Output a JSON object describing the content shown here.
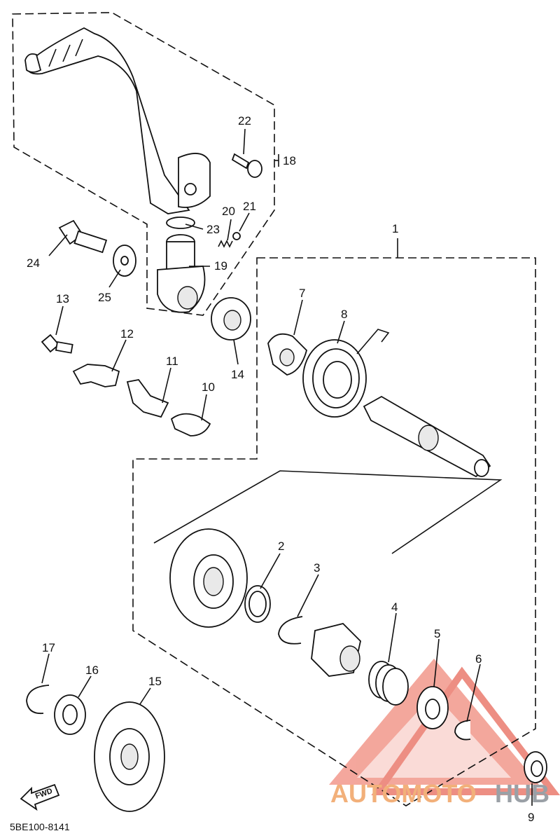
{
  "callouts": {
    "c1": "1",
    "c2": "2",
    "c3": "3",
    "c4": "4",
    "c5": "5",
    "c6": "6",
    "c7": "7",
    "c8": "8",
    "c9": "9",
    "c10": "10",
    "c11": "11",
    "c12": "12",
    "c13": "13",
    "c14": "14",
    "c15": "15",
    "c16": "16",
    "c17": "17",
    "c18": "18",
    "c19": "19",
    "c20": "20",
    "c21": "21",
    "c22": "22",
    "c23": "23",
    "c24": "24",
    "c25": "25"
  },
  "diagram_code": "5BE100-8141",
  "fwd_label": "FWD",
  "watermark": {
    "part1": "AUTOMOTO",
    "part2": "HUB",
    "logo_color": "#e8695a"
  }
}
